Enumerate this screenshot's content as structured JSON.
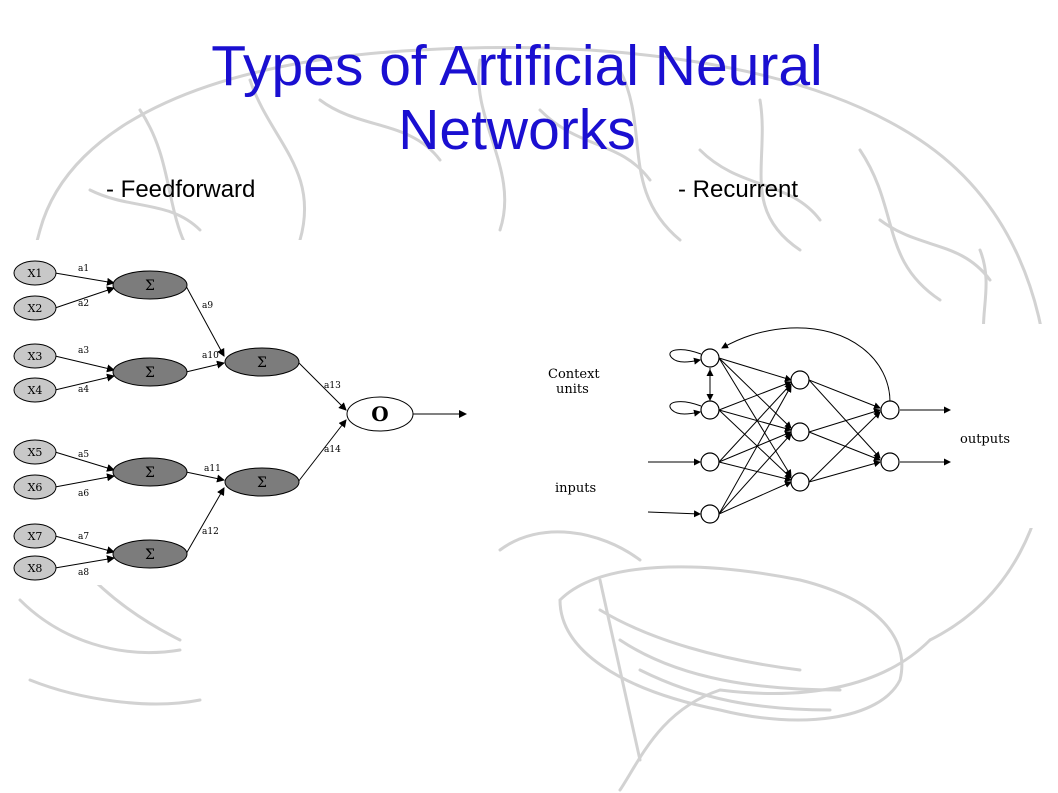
{
  "slide": {
    "title_line1": "Types of Artificial Neural",
    "title_line2": "Networks",
    "left_heading": "- Feedforward",
    "right_heading": "- Recurrent"
  },
  "colors": {
    "title": "#1a0fd1",
    "input_node_fill": "#c8c8c8",
    "sum_node_fill": "#7c7c7c",
    "brain_sketch": "#d2d2d2"
  },
  "feedforward": {
    "inputs": [
      "X1",
      "X2",
      "X3",
      "X4",
      "X5",
      "X6",
      "X7",
      "X8"
    ],
    "input_weights": [
      "a1",
      "a2",
      "a3",
      "a4",
      "a5",
      "a6",
      "a7",
      "a8"
    ],
    "hidden_symbol": "Σ",
    "hidden_weights": [
      "a9",
      "a10",
      "a11",
      "a12"
    ],
    "output_weights": [
      "a13",
      "a14"
    ],
    "output_label": "O"
  },
  "recurrent": {
    "context_label_line1": "Context",
    "context_label_line2": "units",
    "inputs_label": "inputs",
    "outputs_label": "outputs"
  }
}
